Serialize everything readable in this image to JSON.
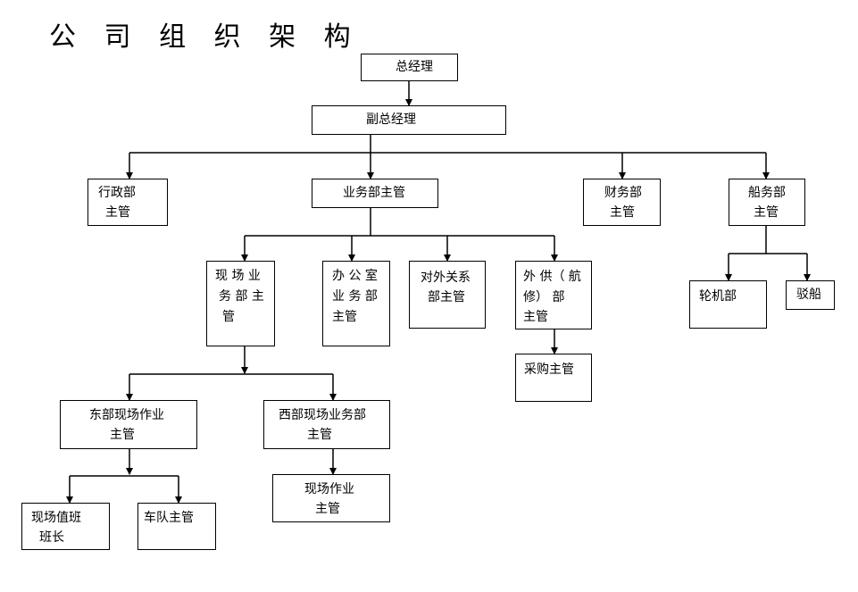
{
  "title": "公 司 组 织 架 构",
  "nodes": {
    "gm": [
      "总经理"
    ],
    "deputy_gm": [
      "副总经理"
    ],
    "admin": [
      "行政部",
      "主管"
    ],
    "business": [
      "业务部主管"
    ],
    "finance": [
      "财务部",
      "主管"
    ],
    "marine": [
      "船务部",
      "主管"
    ],
    "field": [
      "现 场 业",
      "务 部 主",
      "管"
    ],
    "office": [
      "办 公 室",
      "业 务 部",
      "主管"
    ],
    "external": [
      "对外关系",
      "部主管"
    ],
    "supply": [
      "外 供（ 航",
      "修） 部",
      "主管"
    ],
    "purchase": [
      "采购主管"
    ],
    "engine": [
      "轮机部"
    ],
    "barge": [
      "驳船"
    ],
    "east": [
      "东部现场作业",
      "主管"
    ],
    "west": [
      "西部现场业务部",
      "主管"
    ],
    "west_ops": [
      "现场作业",
      "主管"
    ],
    "shift": [
      "现场值班",
      "班长"
    ],
    "fleet": [
      "车队主管"
    ]
  }
}
